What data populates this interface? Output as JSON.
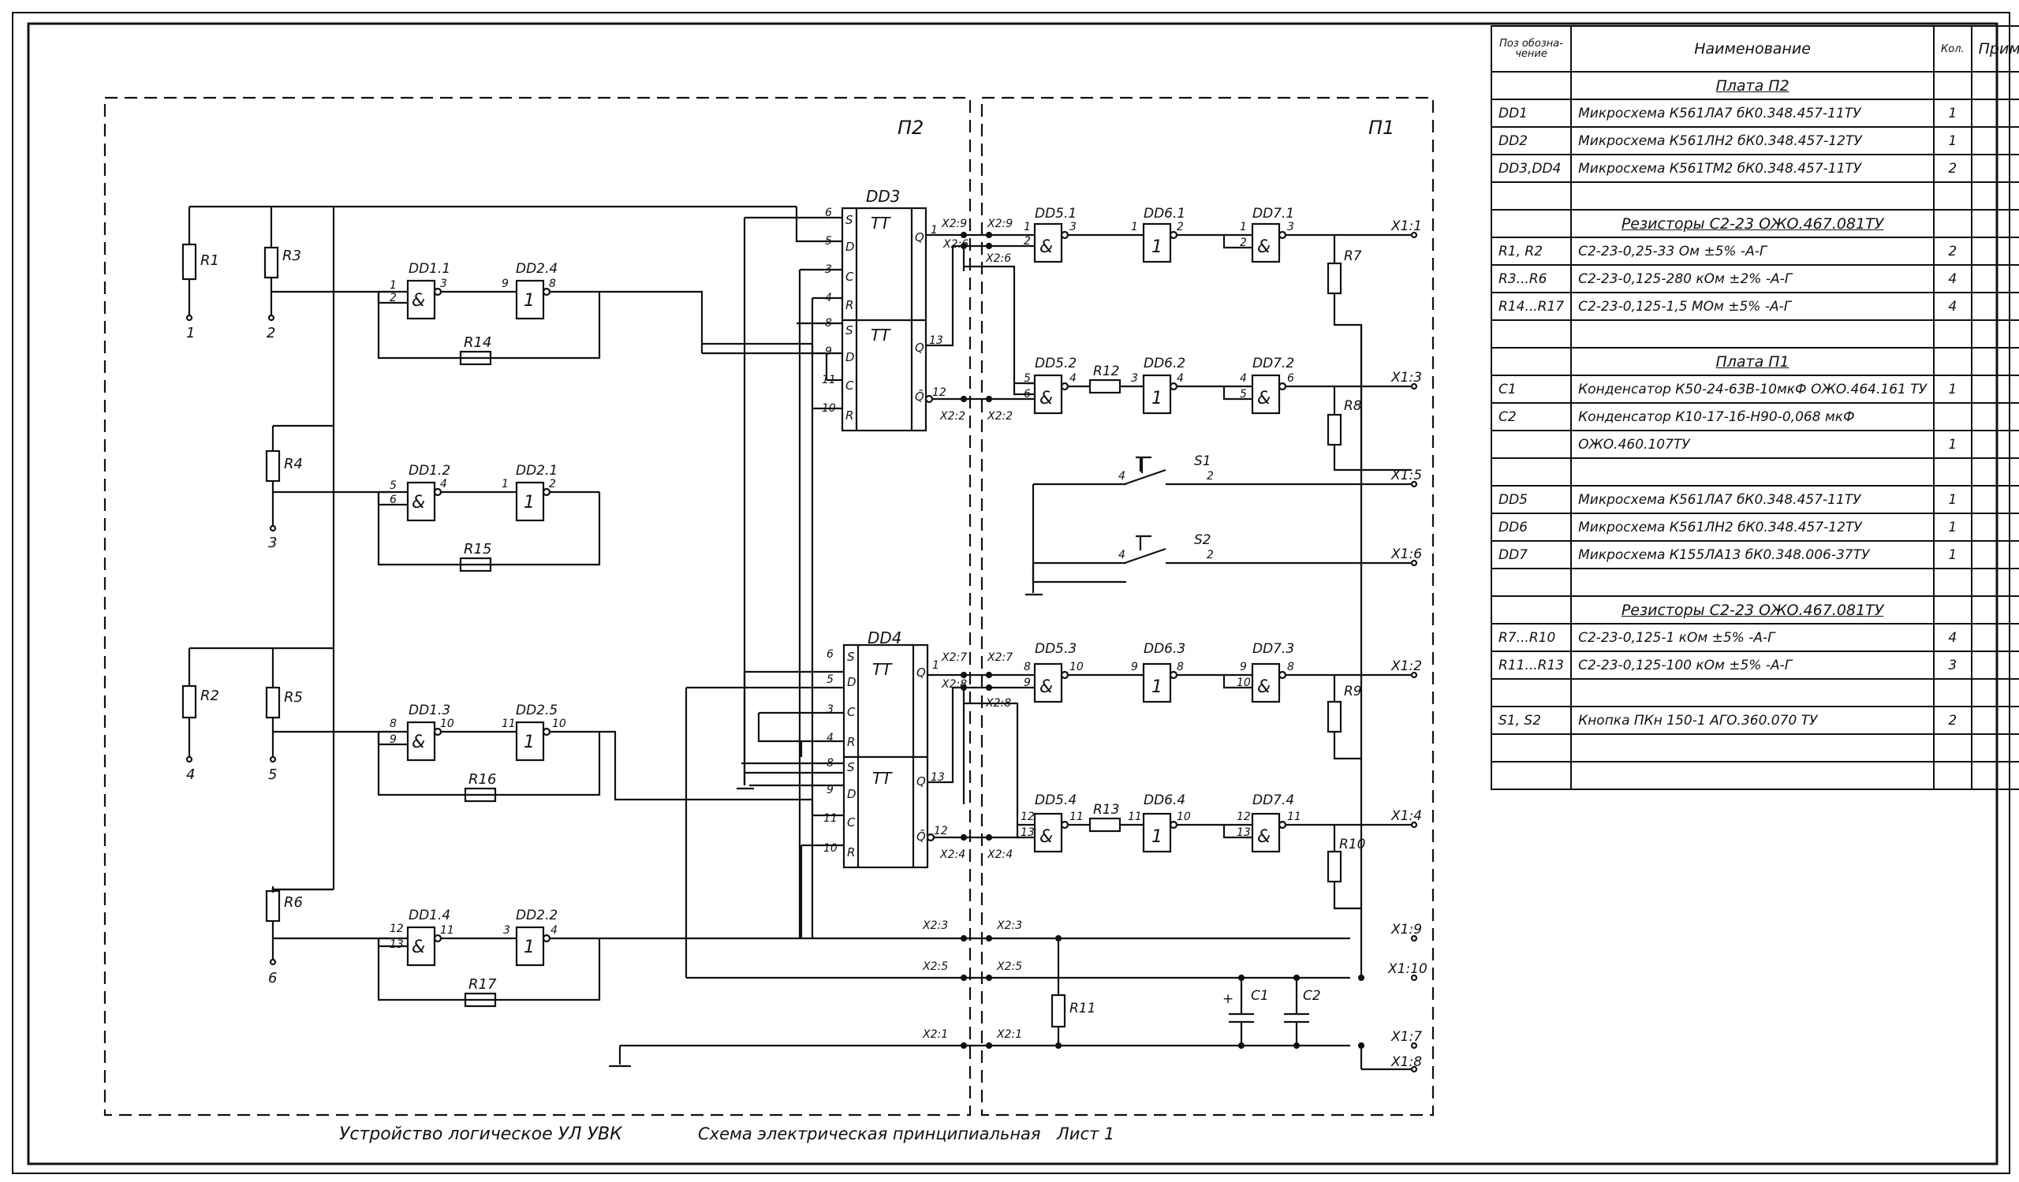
{
  "title_block": {
    "device": "Устройство логическое УЛ УВК",
    "doc_type": "Схема электрическая принципиальная",
    "sheet": "Лист 1"
  },
  "boards": {
    "p2": "П2",
    "p1": "П1"
  },
  "bom": {
    "headers": [
      "Поз обозна-чение",
      "Наименование",
      "Кол.",
      "Примечание"
    ],
    "rows": [
      {
        "type": "section",
        "name": "Плата П2"
      },
      {
        "type": "item",
        "pos": "DD1",
        "name": "Микросхема К561ЛА7 бК0.348.457-11ТУ",
        "qty": "1"
      },
      {
        "type": "item",
        "pos": "DD2",
        "name": "Микросхема К561ЛН2 бК0.348.457-12ТУ",
        "qty": "1"
      },
      {
        "type": "item",
        "pos": "DD3,DD4",
        "name": "Микросхема К561ТМ2 бК0.348.457-11ТУ",
        "qty": "2"
      },
      {
        "type": "blank"
      },
      {
        "type": "section",
        "name": "Резисторы С2-23 ОЖО.467.081ТУ"
      },
      {
        "type": "item",
        "pos": "R1, R2",
        "name": "С2-23-0,25-33 Ом ±5% -А-Г",
        "qty": "2"
      },
      {
        "type": "item",
        "pos": "R3...R6",
        "name": "С2-23-0,125-280 кОм ±2% -А-Г",
        "qty": "4"
      },
      {
        "type": "item",
        "pos": "R14...R17",
        "name": "С2-23-0,125-1,5 МОм ±5% -А-Г",
        "qty": "4"
      },
      {
        "type": "blank"
      },
      {
        "type": "section",
        "name": "Плата П1"
      },
      {
        "type": "item",
        "pos": "С1",
        "name": "Конденсатор К50-24-63В-10мкФ ОЖО.464.161 ТУ",
        "qty": "1"
      },
      {
        "type": "item",
        "pos": "С2",
        "name": "Конденсатор К10-17-1б-Н90-0,068 мкФ",
        "qty": ""
      },
      {
        "type": "item",
        "pos": "",
        "name": "ОЖО.460.107ТУ",
        "qty": "1"
      },
      {
        "type": "blank"
      },
      {
        "type": "item",
        "pos": "DD5",
        "name": "Микросхема К561ЛА7 бК0.348.457-11ТУ",
        "qty": "1"
      },
      {
        "type": "item",
        "pos": "DD6",
        "name": "Микросхема К561ЛН2 бК0.348.457-12ТУ",
        "qty": "1"
      },
      {
        "type": "item",
        "pos": "DD7",
        "name": "Микросхема К155ЛА13 бК0.348.006-37ТУ",
        "qty": "1"
      },
      {
        "type": "blank"
      },
      {
        "type": "section",
        "name": "Резисторы С2-23 ОЖО.467.081ТУ"
      },
      {
        "type": "item",
        "pos": "R7...R10",
        "name": "С2-23-0,125-1 кОм ±5% -А-Г",
        "qty": "4"
      },
      {
        "type": "item",
        "pos": "R11...R13",
        "name": "С2-23-0,125-100 кОм ±5% -А-Г",
        "qty": "3"
      },
      {
        "type": "blank"
      },
      {
        "type": "item",
        "pos": "S1, S2",
        "name": "Кнопка ПКн 150-1  АГО.360.070 ТУ",
        "qty": "2"
      },
      {
        "type": "blank"
      },
      {
        "type": "blank"
      }
    ]
  },
  "labels": {
    "dd3": "DD3",
    "dd4": "DD4",
    "tt": "TT",
    "dd11": "DD1.1",
    "dd12": "DD1.2",
    "dd13": "DD1.3",
    "dd14": "DD1.4",
    "dd21": "DD2.1",
    "dd22": "DD2.2",
    "dd24": "DD2.4",
    "dd25": "DD2.5",
    "dd51": "DD5.1",
    "dd52": "DD5.2",
    "dd53": "DD5.3",
    "dd54": "DD5.4",
    "dd61": "DD6.1",
    "dd62": "DD6.2",
    "dd63": "DD6.3",
    "dd64": "DD6.4",
    "dd71": "DD7.1",
    "dd72": "DD7.2",
    "dd73": "DD7.3",
    "dd74": "DD7.4",
    "r1": "R1",
    "r2": "R2",
    "r3": "R3",
    "r4": "R4",
    "r5": "R5",
    "r6": "R6",
    "r7": "R7",
    "r8": "R8",
    "r9": "R9",
    "r10": "R10",
    "r11": "R11",
    "r12": "R12",
    "r13": "R13",
    "r14": "R14",
    "r15": "R15",
    "r16": "R16",
    "r17": "R17",
    "c1": "C1",
    "c2": "C2",
    "s1": "S1",
    "s2": "S2",
    "plus": "+",
    "and": "&",
    "not": "1",
    "x11": "X1:1",
    "x12": "X1:2",
    "x13": "X1:3",
    "x14": "X1:4",
    "x15": "X1:5",
    "x16": "X1:6",
    "x17": "X1:7",
    "x18": "X1:8",
    "x19": "X1:9",
    "x110": "X1:10",
    "x21": "X2:1",
    "x22": "X2:2",
    "x23": "X2:3",
    "x24": "X2:4",
    "x25": "X2:5",
    "x26": "X2:6",
    "x27": "X2:7",
    "x28": "X2:8",
    "x29": "X2:9",
    "in1": "1",
    "in2": "2",
    "in3": "3",
    "in4": "4",
    "in5": "5",
    "in6": "6",
    "p1": "1",
    "p2": "2",
    "p3": "3",
    "p4": "4",
    "p5": "5",
    "p6": "6",
    "p7": "7",
    "p8": "8",
    "p9": "9",
    "p10": "10",
    "p11": "11",
    "p12": "12",
    "p13": "13",
    "pinS": "S",
    "pinD": "D",
    "pinC": "C",
    "pinR": "R",
    "pinQ": "Q",
    "pinQb": "Q̄"
  }
}
